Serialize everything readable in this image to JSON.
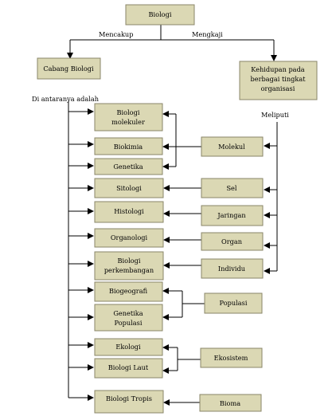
{
  "root": "Biologi",
  "edge_labels": {
    "left": "Mencakup",
    "right": "Mengkaji",
    "among": "Di antaranya adalah",
    "includes": "Meliputi"
  },
  "branches_title": "Cabang Biologi",
  "levels_title": [
    "Kehidupan pada",
    "berbagai tingkat",
    "organisasi"
  ],
  "branches": [
    [
      "Biologi",
      "molekuler"
    ],
    [
      "Biokimia"
    ],
    [
      "Genetika"
    ],
    [
      "Sitologi"
    ],
    [
      "Histologi"
    ],
    [
      "Organologi"
    ],
    [
      "Biologi",
      "perkembangan"
    ],
    [
      "Biogeografi"
    ],
    [
      "Genetika",
      "Populasi"
    ],
    [
      "Ekologi"
    ],
    [
      "Biologi Laut"
    ],
    [
      "Biologi Tropis"
    ]
  ],
  "levels": [
    "Molekul",
    "Sel",
    "Jaringan",
    "Organ",
    "Individu",
    "Populasi",
    "Ekosistem",
    "Bioma"
  ],
  "colors": {
    "box_fill": "#dbd8b4",
    "box_border": "#8a8668",
    "line": "#000000"
  }
}
